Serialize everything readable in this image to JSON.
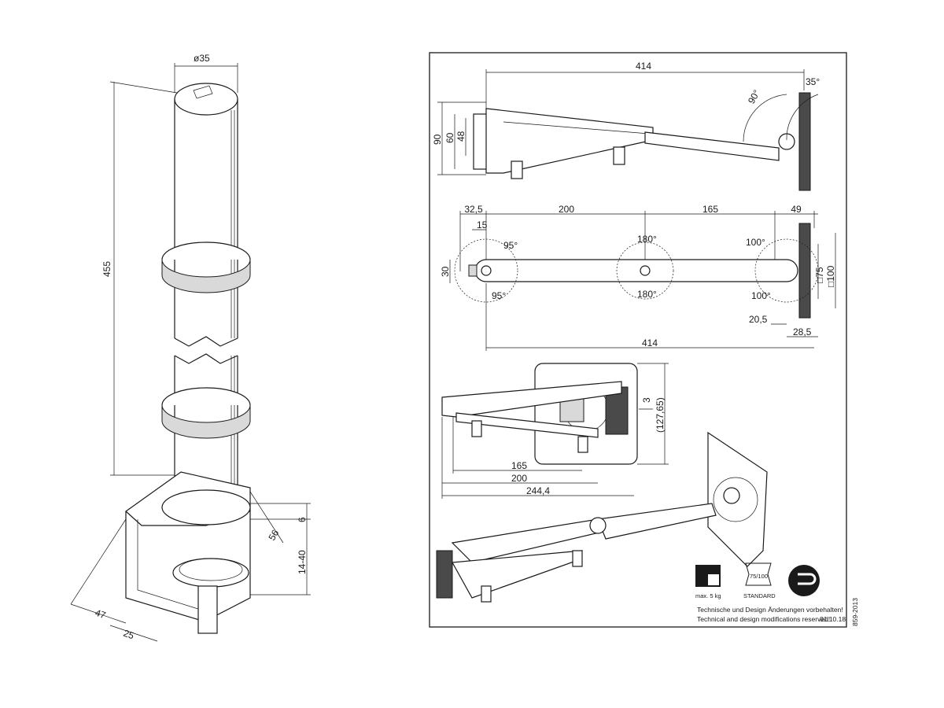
{
  "pole": {
    "diameter": "ø35",
    "height": "455",
    "clamp_range": "14-40",
    "d6": "6",
    "d56": "56",
    "d47": "47",
    "d25": "25"
  },
  "side_view": {
    "length": "414",
    "angle_tilt": "90°",
    "angle_back": "35°",
    "h90": "90",
    "h60": "60",
    "h48": "48"
  },
  "top_view": {
    "d32_5": "32,5",
    "d200": "200",
    "d165": "165",
    "d49": "49",
    "d15": "15",
    "d30": "30",
    "a95_top": "95°",
    "a95_bottom": "95°",
    "a180_top": "180°",
    "a180_bottom": "180°",
    "a100_top": "100°",
    "a100_bottom": "100°",
    "vesa75": "□75",
    "vesa100": "□100",
    "d20_5": "20,5",
    "d28_5": "28,5",
    "length": "414"
  },
  "folded_view": {
    "d3": "3",
    "d127_65": "(127,65)",
    "d165": "165",
    "d200": "200",
    "d244_4": "244,4"
  },
  "badges": {
    "max_load": "max. 5 kg",
    "vesa_top": "75/100",
    "vesa_label": "STANDARD"
  },
  "notes": {
    "german": "Technische und Design Änderungen vorbehalten!",
    "english": "Technical and design modifications reserved!",
    "date": "01.10.18",
    "doc_id": "859-2013"
  }
}
